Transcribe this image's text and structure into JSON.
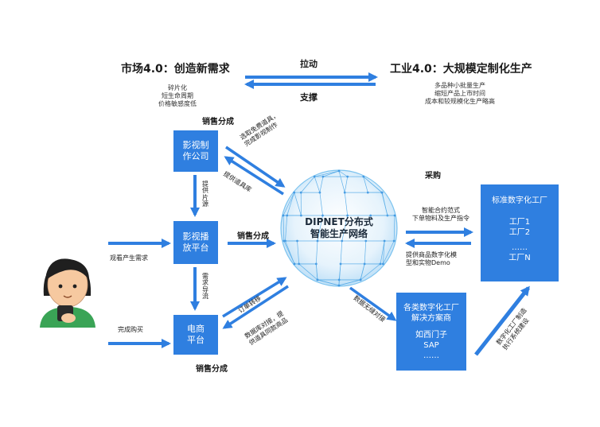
{
  "colors": {
    "accent": "#2f7fe0",
    "arrow": "#2f7fe0",
    "globe": "#3aa0e8"
  },
  "top": {
    "market_title": "市场4.0：创造新需求",
    "market_sub": [
      "碎片化",
      "短生命周期",
      "价格敏感度低"
    ],
    "industry_title": "工业4.0：大规模定制化生产",
    "industry_sub": [
      "多品种小批量生产",
      "缩短产品上市时间",
      "成本和较规模化生产略高"
    ],
    "pull_label": "拉动",
    "support_label": "支撑"
  },
  "boxes": {
    "film": [
      "影视制",
      "作公司"
    ],
    "play": [
      "影视播",
      "放平台"
    ],
    "ecom": [
      "电商",
      "平台"
    ],
    "factory": {
      "title": "标准数字化工厂",
      "items": [
        "工厂1",
        "工厂2",
        "……",
        "工厂N"
      ]
    },
    "solution": {
      "lines": [
        "各类数字化工厂",
        "解决方案商"
      ],
      "examples": [
        "如西门子",
        "SAP"
      ],
      "more": "……"
    }
  },
  "center": {
    "line1": "DIPNET分布式",
    "line2": "智能生产网络"
  },
  "labels": {
    "sales_share_top": "销售分成",
    "sales_share_mid": "销售分成",
    "sales_share_bottom": "销售分成",
    "purchase": "采购",
    "choose_props": [
      "选取免费道具，",
      "完成影视制作"
    ],
    "provide_props": "提供道具库",
    "provide_film": "提供片源",
    "demand_flow": "需求导流",
    "order_transfer": "订单转移",
    "data_docking": [
      "数据库对接，提",
      "供道具同款商品"
    ],
    "watch_demand": "观看产生需求",
    "complete_purchase": "完成购买",
    "contract": [
      "智能合约范式",
      "下单物料及生产指令"
    ],
    "provide_model": [
      "提供商品数字化模",
      "型和实物Demo"
    ],
    "data_seamless": "数据无缝对接",
    "factory_build": [
      "数字化工厂制造",
      "执行系统建设"
    ]
  }
}
